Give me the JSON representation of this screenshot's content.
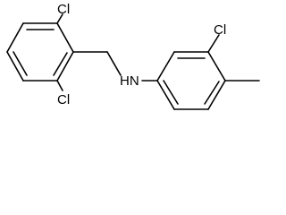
{
  "molecule": {
    "atoms": {
      "cl_top_left": "Cl",
      "cl_bottom_left": "Cl",
      "cl_top_right": "Cl",
      "amine": "HN"
    }
  }
}
